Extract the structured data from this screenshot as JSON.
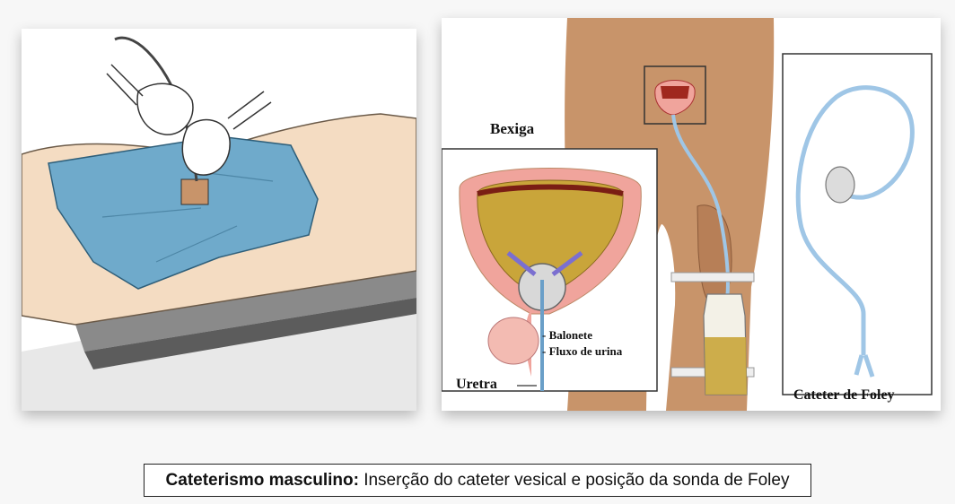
{
  "labels": {
    "bladder": "Bexiga",
    "balloon": "- Balonete",
    "urine_flow": "- Fluxo de urina",
    "urethra": "Uretra",
    "foley_catheter": "Cateter de Foley"
  },
  "caption": {
    "bold": "Cateterismo masculino:",
    "text": " Inserção do cateter vesical e posição da sonda de Foley"
  },
  "colors": {
    "drape": "#6faacb",
    "glove": "#ffffff",
    "skin": "#c8946a",
    "bladder_wall": "#f0a49c",
    "urine": "#c9a53a",
    "tube": "#9fc6e6"
  }
}
